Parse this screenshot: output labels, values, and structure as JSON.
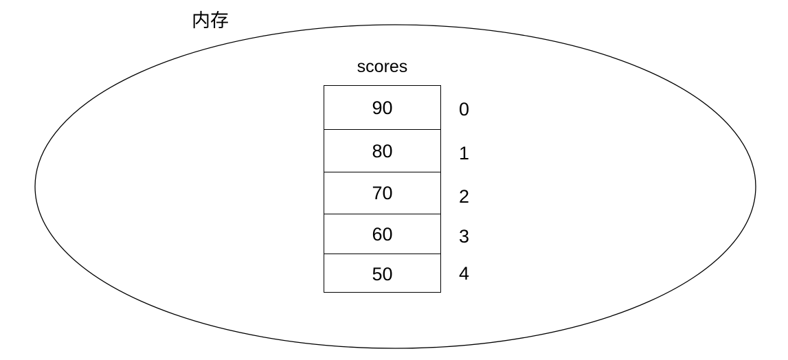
{
  "diagram": {
    "memory_label": "内存",
    "array_name": "scores",
    "cells": [
      {
        "value": "90",
        "index": "0"
      },
      {
        "value": "80",
        "index": "1"
      },
      {
        "value": "70",
        "index": "2"
      },
      {
        "value": "60",
        "index": "3"
      },
      {
        "value": "50",
        "index": "4"
      }
    ],
    "colors": {
      "background": "#ffffff",
      "stroke": "#000000",
      "text": "#000000"
    }
  }
}
